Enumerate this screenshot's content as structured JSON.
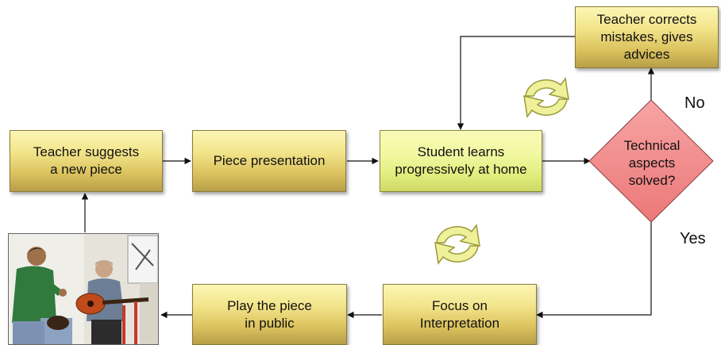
{
  "steps": {
    "suggest": "Teacher suggests\na new piece",
    "presentation": "Piece presentation",
    "learns": "Student learns\nprogressively at home",
    "corrects": "Teacher corrects\nmistakes, gives\nadvices",
    "interpretation": "Focus on\nInterpretation",
    "public": "Play the piece\nin public"
  },
  "decision": {
    "question": "Technical\naspects\nsolved?",
    "no_label": "No",
    "yes_label": "Yes"
  },
  "colors": {
    "box_fill": "#f3e58c",
    "learn_fill": "#f2f7a0",
    "diamond_fill": "#f28a8a",
    "cycle_icon": "#e6e88a"
  },
  "icons": [
    "cycle-arrows-icon",
    "cycle-arrows-icon"
  ]
}
